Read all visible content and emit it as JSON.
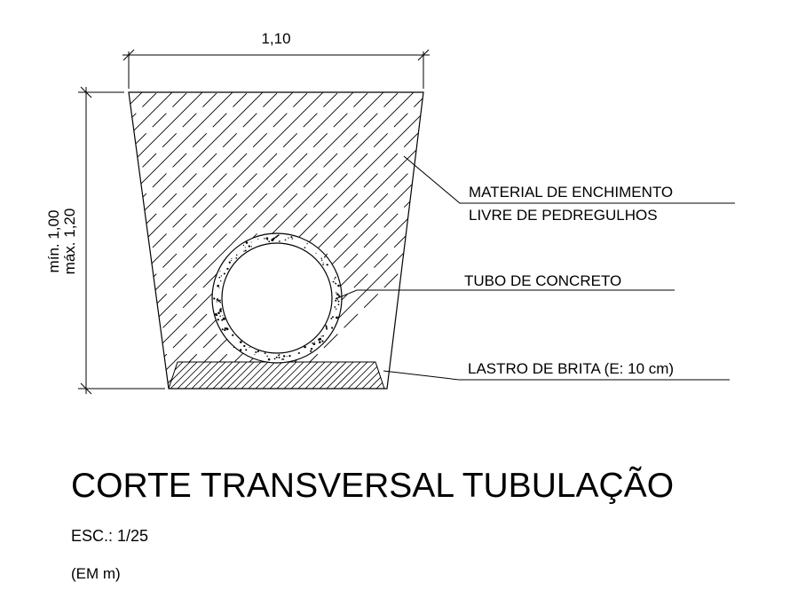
{
  "dimensions": {
    "width": "1,10",
    "height_min": "mín. 1,00",
    "height_max": "máx. 1,20"
  },
  "callouts": {
    "fill_line1": "MATERIAL DE ENCHIMENTO",
    "fill_line2": "LIVRE DE PEDREGULHOS",
    "pipe": "TUBO DE CONCRETO",
    "ballast": "LASTRO DE BRITA (E: 10 cm)"
  },
  "title": {
    "main": "CORTE TRANSVERSAL TUBULAÇÃO",
    "scale": "ESC.: 1/25",
    "units": "(EM m)"
  }
}
